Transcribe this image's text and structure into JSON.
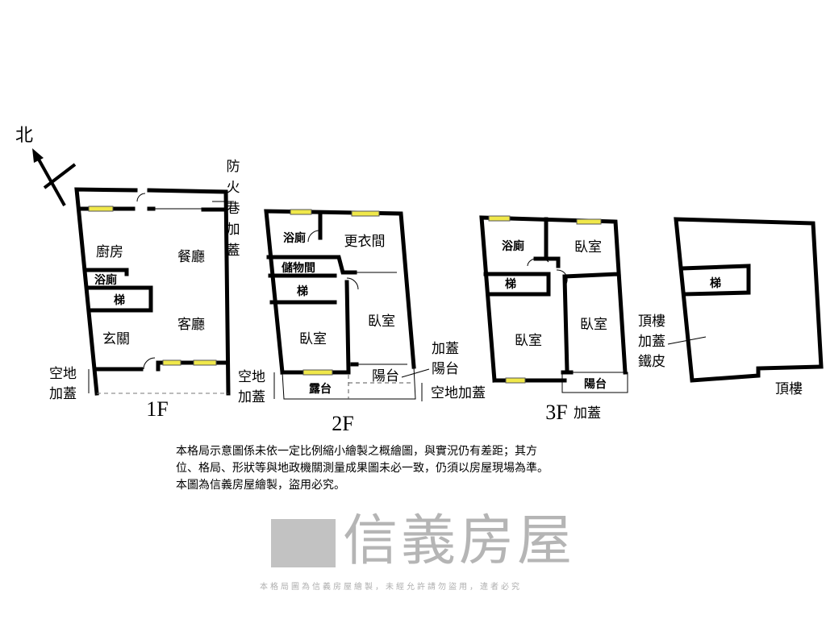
{
  "compass": {
    "north": "北"
  },
  "floors": {
    "f1": {
      "label": "1F",
      "rooms": [
        "廚房",
        "餐廳",
        "浴廁",
        "梯",
        "客廳",
        "玄關"
      ],
      "annotations": {
        "fire_lane": [
          "防",
          "火",
          "巷",
          "加",
          "蓋"
        ],
        "open_land": [
          "空地",
          "加蓋"
        ]
      }
    },
    "f2": {
      "label": "2F",
      "rooms": [
        "浴廁",
        "更衣間",
        "儲物間",
        "梯",
        "臥室",
        "臥室",
        "露台",
        "陽台"
      ],
      "annotations": {
        "added_balcony": [
          "加蓋",
          "陽台"
        ],
        "open_land_left": [
          "空地",
          "加蓋"
        ],
        "open_land_right": "空地加蓋"
      }
    },
    "f3": {
      "label": "3F",
      "suffix": "加蓋",
      "rooms": [
        "浴廁",
        "臥室",
        "梯",
        "臥室",
        "臥室",
        "陽台"
      ]
    },
    "roof": {
      "label": "頂樓",
      "rooms": [
        "梯"
      ],
      "annotations": {
        "iron_roof": [
          "頂樓",
          "加蓋",
          "鐵皮"
        ]
      }
    }
  },
  "disclaimer": [
    "本格局示意圖係未依一定比例縮小繪製之概繪圖，與實況仍有差距；其方",
    "位、格局、形狀等與地政機關測量成果圖未必一致，仍須以房屋現場為準。",
    "本圖為信義房屋繪製，盜用必究。"
  ],
  "watermark": {
    "brand": "信義房屋",
    "notice": "本格局圖為信義房屋繪製，未經允許請勿盜用，違者必究"
  },
  "colors": {
    "window": "#f0e84a",
    "wall": "#000000"
  }
}
